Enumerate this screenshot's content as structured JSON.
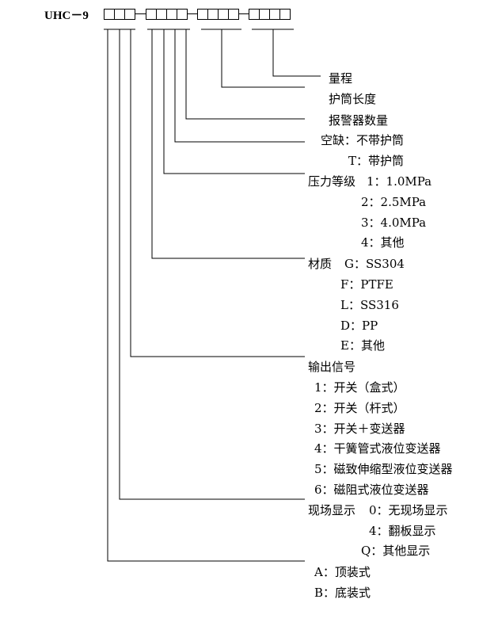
{
  "model_prefix": "UHC－9",
  "code_groups": [
    {
      "boxes": 3
    },
    {
      "boxes": 4
    },
    {
      "boxes": 4
    },
    {
      "boxes": 4
    }
  ],
  "group_separator": "－",
  "fields": {
    "range": {
      "title": "量程"
    },
    "sleeve_length": {
      "title": "护筒长度"
    },
    "alarm_count": {
      "title": "报警器数量"
    },
    "sleeve": {
      "options": [
        "空缺：不带护筒",
        "T：带护筒"
      ]
    },
    "pressure": {
      "title": "压力等级",
      "options": [
        "1：1.0MPa",
        "2：2.5MPa",
        "3：4.0MPa",
        "4：其他"
      ]
    },
    "material": {
      "title": "材质",
      "options": [
        "G：SS304",
        "F：PTFE",
        "L：SS316",
        "D：PP",
        "E：其他"
      ]
    },
    "output_signal": {
      "title": "输出信号",
      "options": [
        "1：开关（盒式）",
        "2：开关（杆式）",
        "3：开关＋变送器",
        "4：干簧管式液位变送器",
        "5：磁致伸缩型液位变送器",
        "6：磁阻式液位变送器"
      ]
    },
    "local_display": {
      "title": "现场显示",
      "options": [
        "0：无现场显示",
        "4：翻板显示",
        "Q：其他显示"
      ]
    },
    "mounting": {
      "options": [
        "A：顶装式",
        "B：底装式"
      ]
    }
  }
}
